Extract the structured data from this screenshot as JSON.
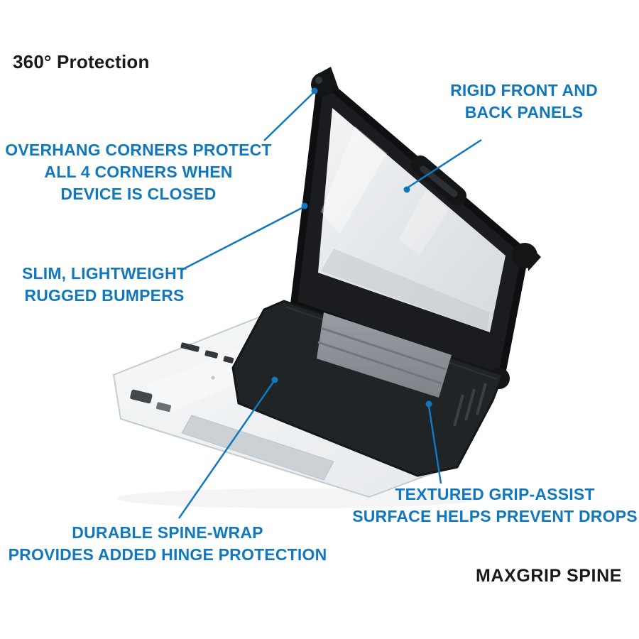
{
  "colors": {
    "accent_blue": "#1278BE",
    "heading_text": "#1A1A1A",
    "case_black": "#1A1C1F",
    "clear_panel": "#E3E7EA",
    "background": "#FFFFFF"
  },
  "heading": {
    "title": "360° Protection"
  },
  "product_label": "MAXGRIP SPINE",
  "callouts": [
    {
      "id": "rigid-panels",
      "lines": [
        "RIGID FRONT AND",
        "BACK PANELS"
      ]
    },
    {
      "id": "overhang-corners",
      "lines": [
        "OVERHANG CORNERS PROTECT",
        "ALL 4 CORNERS WHEN",
        "DEVICE IS CLOSED"
      ]
    },
    {
      "id": "slim-bumpers",
      "lines": [
        "SLIM, LIGHTWEIGHT",
        "RUGGED BUMPERS"
      ]
    },
    {
      "id": "spine-wrap",
      "lines": [
        "DURABLE SPINE-WRAP",
        "PROVIDES ADDED HINGE PROTECTION"
      ]
    },
    {
      "id": "grip-assist",
      "lines": [
        "TEXTURED GRIP-ASSIST",
        "SURFACE HELPS PREVENT DROPS"
      ]
    }
  ]
}
